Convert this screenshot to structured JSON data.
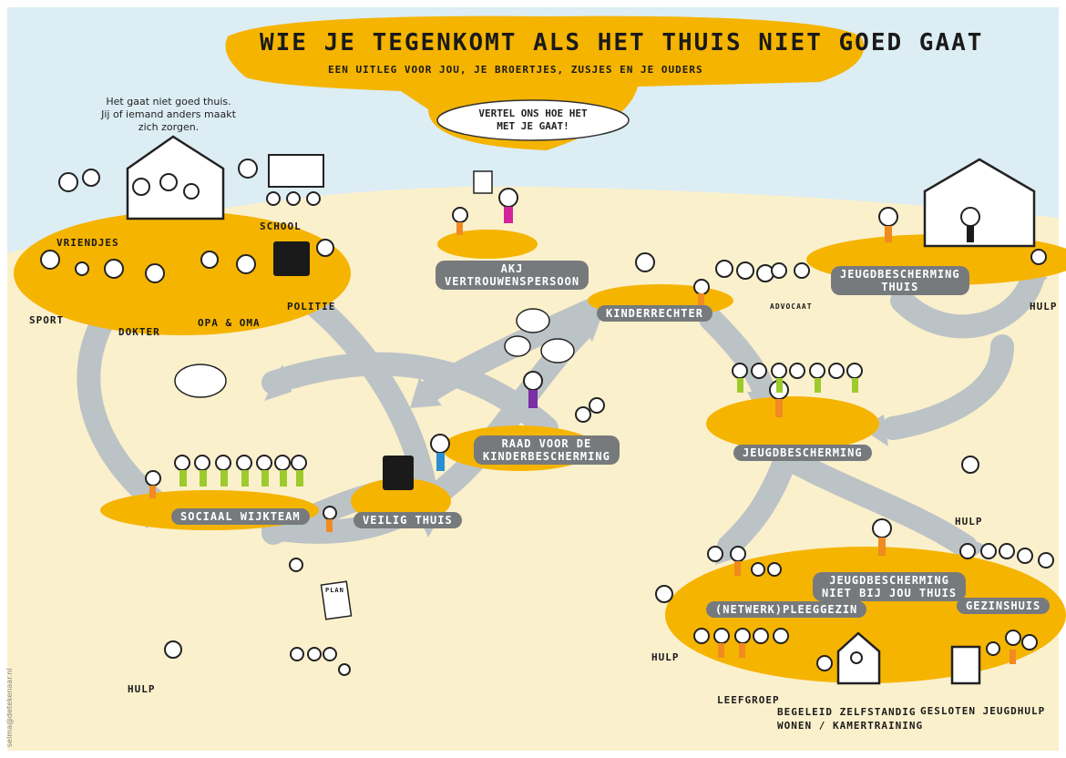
{
  "title": "WIE JE TEGENKOMT  ALS HET THUIS NIET  GOED GAAT",
  "subtitle": "EEN UITLEG VOOR JOU, JE BROERTJES, ZUSJES EN JE OUDERS",
  "cloud_text": "VERTEL ONS HOE HET\nMET JE GAAT!",
  "intro_note": "Het gaat niet goed thuis.\nJij of iemand anders maakt\nzich zorgen.",
  "labels": {
    "vriendjes": "VRIENDJES",
    "school": "SCHOOL",
    "sport": "SPORT",
    "dokter": "DOKTER",
    "opa_oma": "OPA & OMA",
    "politie": "POLITIE",
    "akj": "AKJ\nVERTROUWENSPERSOON",
    "kinderrechter": "KINDERRECHTER",
    "advocaat": "ADVOCAAT",
    "jeugdbescherming_thuis": "JEUGDBESCHERMING\nTHUIS",
    "raad": "RAAD VOOR DE\nKINDERBESCHERMING",
    "jeugdbescherming": "JEUGDBESCHERMING",
    "sociaal_wijkteam": "SOCIAAL WIJKTEAM",
    "veilig_thuis": "VEILIG THUIS",
    "jeugdbescherming_niet_thuis": "JEUGDBESCHERMING\nNIET BIJ JOU THUIS",
    "pleeggezin": "(NETWERK)PLEEGGEZIN",
    "gezinshuis": "GEZINSHUIS",
    "leefgroep": "LEEFGROEP",
    "begeleid": "BEGELEID ZELFSTANDIG\nWONEN / KAMERTRAINING",
    "gesloten": "GESLOTEN  JEUGDHULP",
    "plan": "PLAN",
    "hulp": "HULP"
  },
  "credit": "selma@detekenaar.nl",
  "colors": {
    "sky": "#dcedf4",
    "sand": "#fbf0cc",
    "yellow": "#f5b400",
    "arrow": "#bcc3c6",
    "label_bg": "#777a7d",
    "figure_green": "#9dcb2c",
    "figure_orange": "#f08a21",
    "figure_purple": "#7a2fa3",
    "figure_magenta": "#d4239b",
    "figure_blue": "#2a8fd1"
  }
}
